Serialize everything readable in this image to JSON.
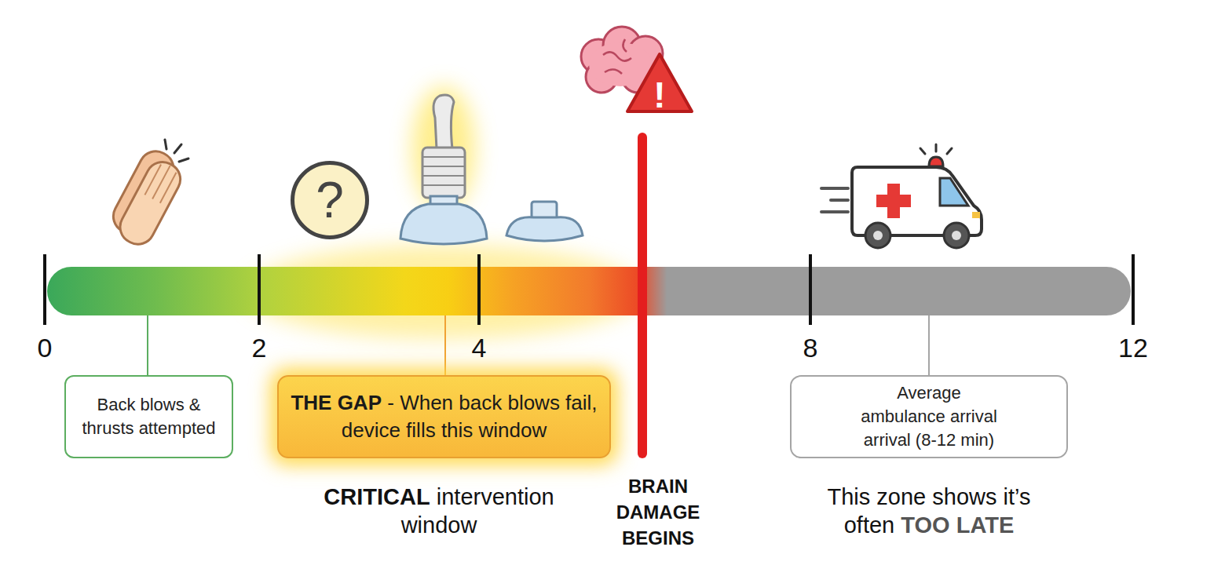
{
  "diagram": {
    "nodes": [
      {
        "text": [
          "!"
        ]
      },
      {
        "text": [
          "?"
        ]
      },
      {
        "text": [
          "Back blows & thrusts attempted"
        ]
      },
      {
        "text": [
          "THE GAP",
          "- When back blows fail, device fills this window"
        ]
      },
      {
        "text": [
          "Average ambulance arrival arrival (8-12 min)"
        ]
      }
    ],
    "labels": [
      "0",
      "2",
      "4",
      "8",
      "12",
      "CRITICAL",
      "intervention window",
      "BRAIN DAMAGE BEGINS",
      "This zone shows it’s often",
      "TOO LATE"
    ]
  }
}
